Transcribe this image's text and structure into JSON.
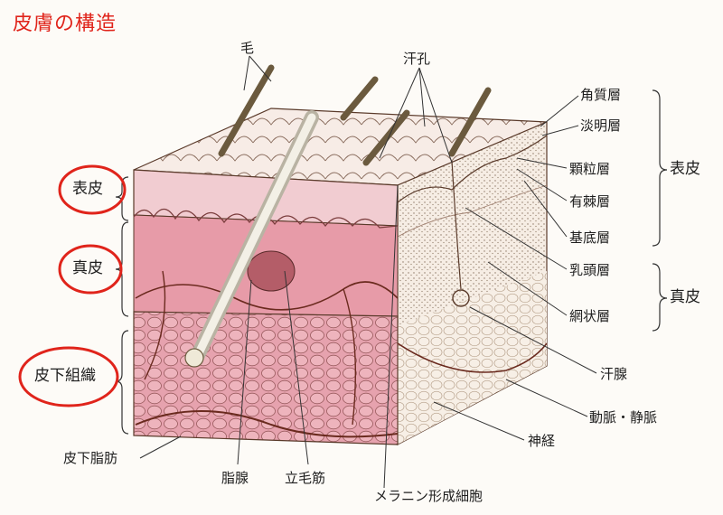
{
  "title": "皮膚の構造",
  "colors": {
    "title": "#e0241b",
    "dermis": "#e7a0ac",
    "epidermis": "#f1ccd1",
    "outline": "#5a3a2a",
    "hair": "#6b5a3e",
    "circle": "#e0241b"
  },
  "labels": {
    "hair": "毛",
    "sweat_pore": "汗孔",
    "stratum_corneum": "角質層",
    "stratum_lucidum": "淡明層",
    "stratum_granulosum": "顆粒層",
    "stratum_spinosum": "有棘層",
    "stratum_basale": "基底層",
    "papillary_layer": "乳頭層",
    "reticular_layer": "網状層",
    "sweat_gland": "汗腺",
    "artery_vein": "動脈・静脈",
    "nerve": "神経",
    "subcutaneous_fat": "皮下脂肪",
    "sebaceous_gland": "脂腺",
    "arrector_pili": "立毛筋",
    "melanocyte": "メラニン形成細胞"
  },
  "groups": {
    "epidermis_right": "表皮",
    "dermis_right": "真皮"
  },
  "circled": {
    "epidermis": "表皮",
    "dermis": "真皮",
    "subcutis": "皮下組織"
  }
}
